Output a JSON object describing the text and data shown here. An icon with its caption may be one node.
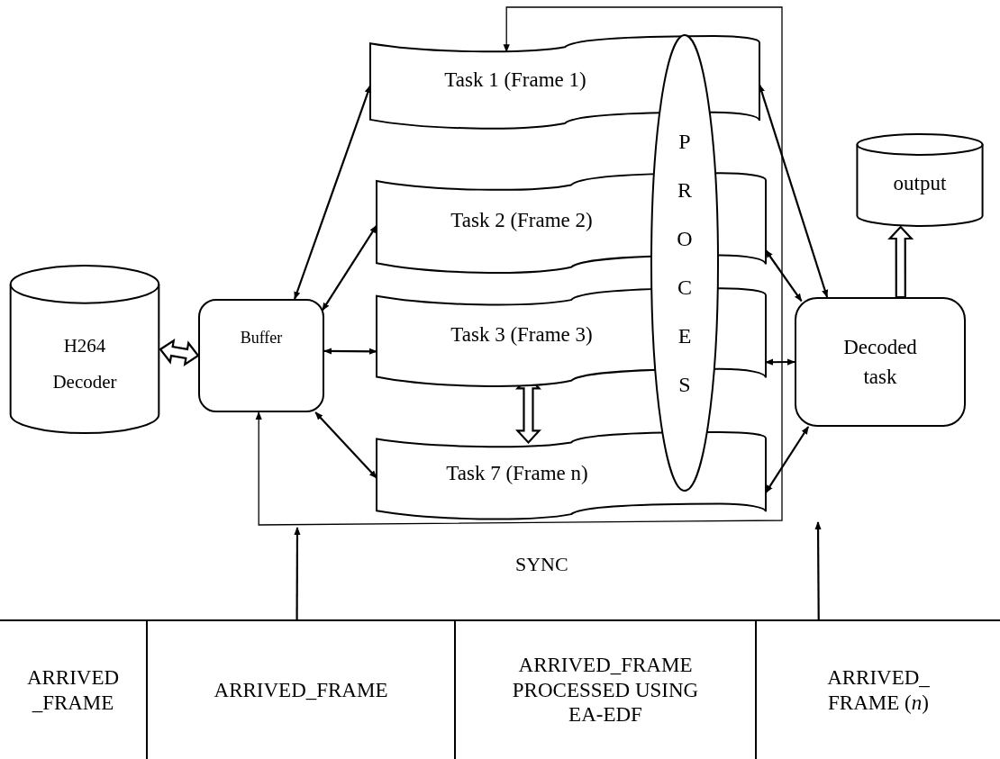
{
  "diagram": {
    "nodes": [
      {
        "text": [
          "H264 Decoder"
        ]
      },
      {
        "text": [
          "Buffer"
        ]
      },
      {
        "text": [
          "Task 1 (Frame 1)"
        ]
      },
      {
        "text": [
          "Task 2 (Frame 2)"
        ]
      },
      {
        "text": [
          "Task 3 (Frame 3)"
        ]
      },
      {
        "text": [
          "Task 7 (Frame n)"
        ]
      },
      {
        "text": [
          "PROCES"
        ]
      },
      {
        "text": [
          "Decoded task"
        ]
      },
      {
        "text": [
          "output"
        ]
      },
      {
        "text": [
          "ARRIVED _FRAME"
        ]
      },
      {
        "text": [
          "ARRIVED_FRAME"
        ]
      },
      {
        "text": [
          "ARRIVED_FRAME PROCESSED USING EA-EDF"
        ]
      },
      {
        "text": [
          "ARRIVED_ FRAME (*n*)"
        ]
      }
    ],
    "edges": [
      {
        "from": 0,
        "to": 1,
        "arrow": "both",
        "style": "thick"
      },
      {
        "from": 1,
        "to": 2,
        "arrow": "both"
      },
      {
        "from": 1,
        "to": 3,
        "arrow": "both"
      },
      {
        "from": 1,
        "to": 4,
        "arrow": "both"
      },
      {
        "from": 1,
        "to": 5,
        "arrow": "both"
      },
      {
        "from": 4,
        "to": 5,
        "arrow": "both",
        "style": "thick"
      },
      {
        "from": 2,
        "to": 7,
        "arrow": "both"
      },
      {
        "from": 3,
        "to": 7,
        "arrow": "both"
      },
      {
        "from": 4,
        "to": 7,
        "arrow": "both"
      },
      {
        "from": 5,
        "to": 7,
        "arrow": "both"
      },
      {
        "from": 7,
        "to": 8,
        "arrow": "to",
        "style": "thick"
      },
      {
        "from": 1,
        "to": 2,
        "arrow": "both"
      },
      {
        "from": 10,
        "to": null,
        "arrow": "to"
      },
      {
        "from": 12,
        "to": null,
        "arrow": "to"
      }
    ],
    "labels": [
      "SYNC"
    ]
  }
}
